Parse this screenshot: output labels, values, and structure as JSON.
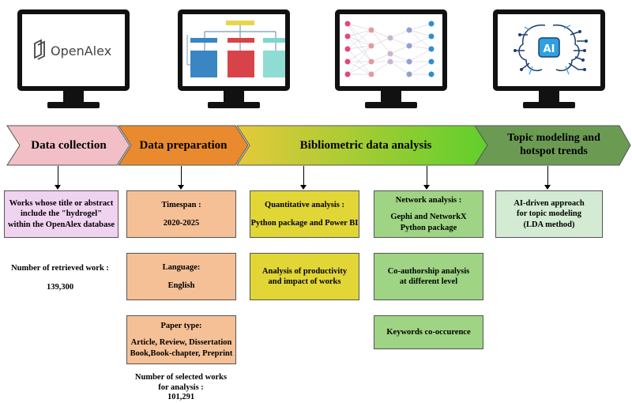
{
  "monitors": {
    "openalex_logo_text": "OpenAlex",
    "ai_badge": "AI"
  },
  "stages": [
    {
      "label": "Data collection"
    },
    {
      "label": "Data preparation"
    },
    {
      "label": "Bibliometric data analysis"
    },
    {
      "label_line1": "Topic modeling and",
      "label_line2": "hotspot trends"
    }
  ],
  "collection": {
    "box_line1": "Works whose title or abstract",
    "box_line2": "include the \"hydrogel\"",
    "box_line3": "within the OpenAlex database",
    "retrieved_label": "Number of retrieved work :",
    "retrieved_value": "139,300"
  },
  "preparation": {
    "timespan_label": "Timespan :",
    "timespan_value": "2020-2025",
    "language_label": "Language:",
    "language_value": "English",
    "paper_type_label": "Paper type:",
    "paper_type_line1": "Article, Review, Dissertation",
    "paper_type_line2": "Book,Book-chapter, Preprint",
    "selected_line1": "Number of selected works",
    "selected_line2": "for analysis :",
    "selected_value": "101,291"
  },
  "quantitative": {
    "title": "Quantitative analysis :",
    "tools": "Python package and Power BI",
    "productivity_line1": "Analysis of productivity",
    "productivity_line2": "and impact of works"
  },
  "network": {
    "title": "Network analysis :",
    "tools_line1": "Gephi and NetworkX",
    "tools_line2": "Python package",
    "coauthor_line1": "Co-authorship analysis",
    "coauthor_line2": "at different level",
    "keywords": "Keywords co-occurence"
  },
  "topic": {
    "line1": "AI-driven approach",
    "line2": "for topic modeling",
    "line3": "(LDA method)"
  },
  "colors": {
    "collection": "#f2bfc7",
    "preparation": "#ea8a2e",
    "analysis_start": "#e5c93a",
    "analysis_end": "#5fcf2c",
    "topic": "#6b9b53"
  }
}
